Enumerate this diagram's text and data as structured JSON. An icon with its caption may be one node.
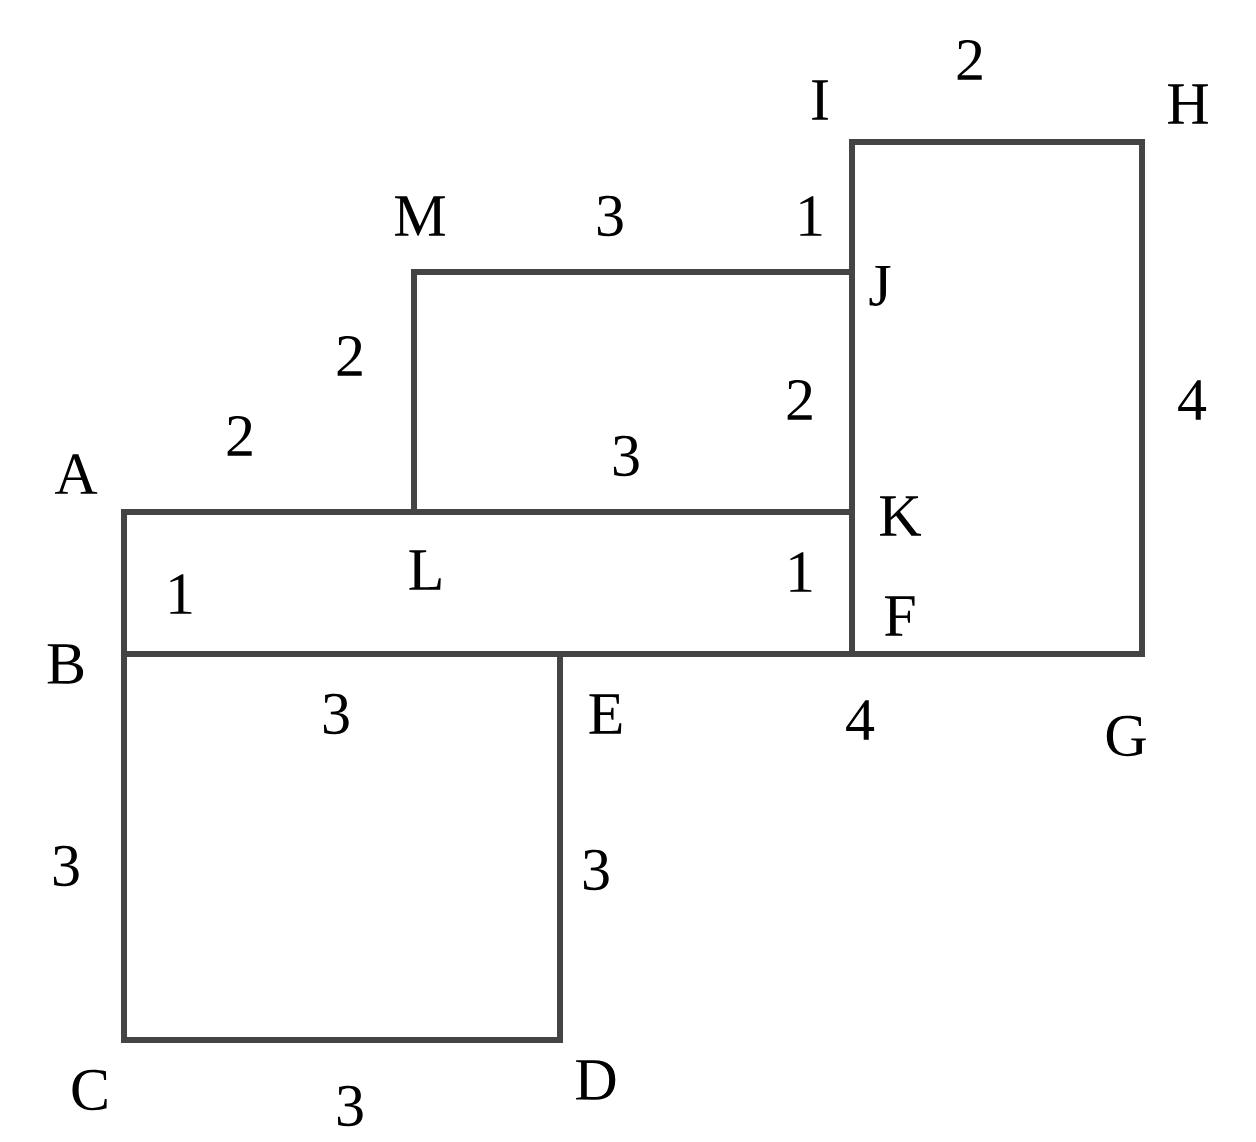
{
  "diagram": {
    "labels": [
      "2",
      "I",
      "H",
      "M",
      "3",
      "1",
      "J",
      "2",
      "2",
      "4",
      "2",
      "3",
      "A",
      "K",
      "L",
      "1",
      "1",
      "F",
      "B",
      "3",
      "E",
      "4",
      "G",
      "3",
      "3",
      "C",
      "D",
      "3"
    ]
  }
}
